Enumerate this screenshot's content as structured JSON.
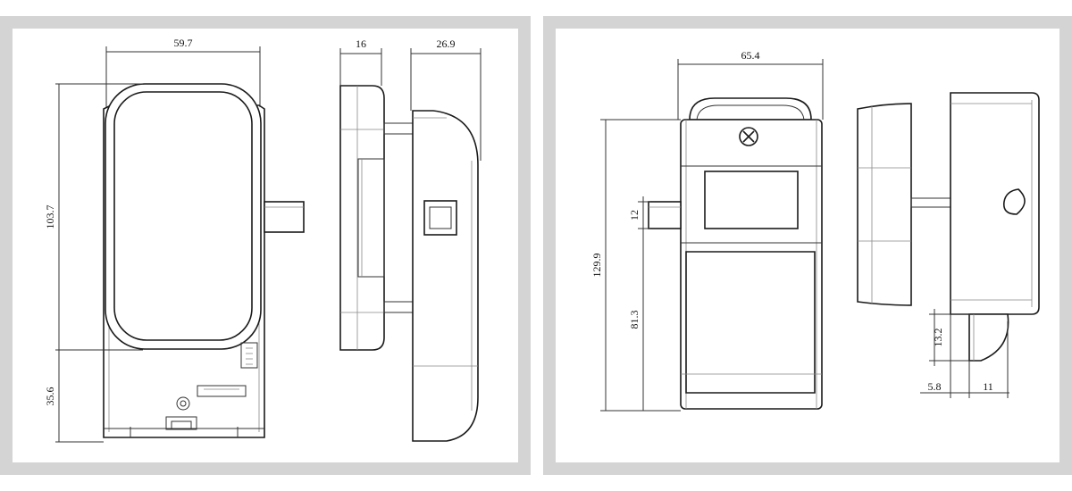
{
  "left_panel": {
    "front_view": {
      "width_dim": "59.7",
      "height_dim": "103.7",
      "lower_dim": "35.6"
    },
    "side_view": {
      "handle_depth_dim": "16",
      "body_depth_dim": "26.9"
    }
  },
  "right_panel": {
    "front_view": {
      "width_dim": "65.4",
      "total_height_dim": "129.9",
      "bolt_dim": "12",
      "lower_dim": "81.3"
    },
    "side_view": {
      "latch_height_dim": "13.2",
      "offset_dim": "5.8",
      "latch_width_dim": "11"
    }
  },
  "colors": {
    "frame": "#d4d4d4",
    "line": "#1a1a1a",
    "background": "#ffffff"
  }
}
